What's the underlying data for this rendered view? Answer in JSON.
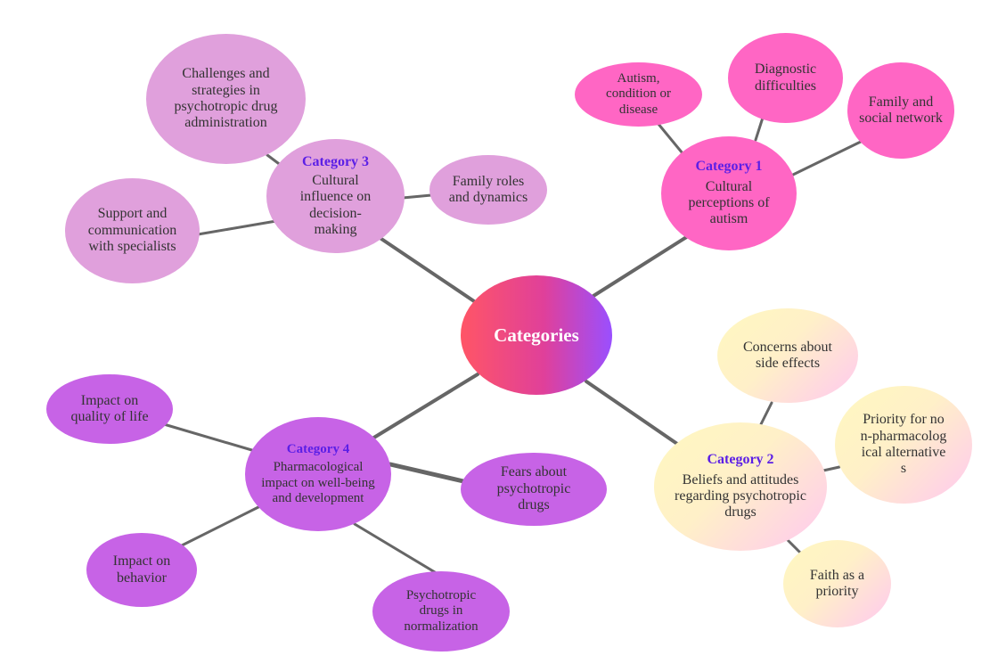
{
  "center": {
    "label": "Categories"
  },
  "category1": {
    "title": "Category 1",
    "label": "Cultural perceptions of autism",
    "subs": [
      "Autism, condition or disease",
      "Diagnostic difficulties",
      "Family and social network"
    ]
  },
  "category2": {
    "title": "Category 2",
    "label": "Beliefs and attitudes regarding psychotropic drugs",
    "subs": [
      "Concerns about side effects",
      "Priority for non-pharmacological alternatives",
      "Faith as a priority"
    ]
  },
  "category3": {
    "title": "Category 3",
    "label": "Cultural influence on decision-making",
    "subs": [
      "Challenges and strategies in psychotropic drug administration",
      "Family roles and dynamics",
      "Support and communication with specialists"
    ]
  },
  "category4": {
    "title": "Category 4",
    "label": "Pharmacological impact on well-being and development",
    "subs": [
      "Impact on quality of life",
      "Fears about psychotropic drugs",
      "Impact on behavior",
      "Psychotropic drugs in normalization"
    ]
  },
  "colors": {
    "connector": "#666666",
    "category_title": "#5b1fe6",
    "category1_fill": "#ff66c4",
    "category3_fill": "#e0a0dc",
    "category4_fill": "#c763e6",
    "category2_fill": "#fff4c4"
  }
}
